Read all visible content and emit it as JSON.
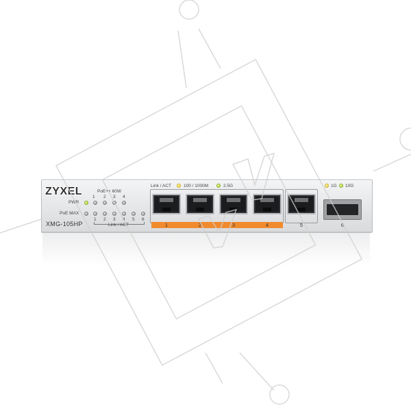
{
  "device": {
    "brand": "ZYXEL",
    "model": "XMG-105HP",
    "led_labels": {
      "pwr": "PWR",
      "poe_max": "PoE MAX",
      "poe_budget": "PoE++ 60W",
      "link_act_left": "Link / ACT",
      "link_act_top": "Link / ACT",
      "speed_100_1000": "100 / 1000M",
      "speed_2_5g": "2.5G",
      "sfp_1g": "1G",
      "sfp_10g": "10G"
    },
    "poe_numbers": [
      "1",
      "2",
      "3",
      "4"
    ],
    "link_numbers": [
      "1",
      "2",
      "3",
      "4",
      "5",
      "6"
    ],
    "ports": [
      {
        "number": "1",
        "poe": true
      },
      {
        "number": "2",
        "poe": true
      },
      {
        "number": "3",
        "poe": true
      },
      {
        "number": "4",
        "poe": true
      },
      {
        "number": "5",
        "poe": false
      },
      {
        "number": "6",
        "poe": false
      }
    ],
    "colors": {
      "poe_band": "#f08a2d",
      "led_green": "#b8dd3a",
      "led_yellow": "#f2d640",
      "chassis": "#e6e7e9"
    }
  }
}
